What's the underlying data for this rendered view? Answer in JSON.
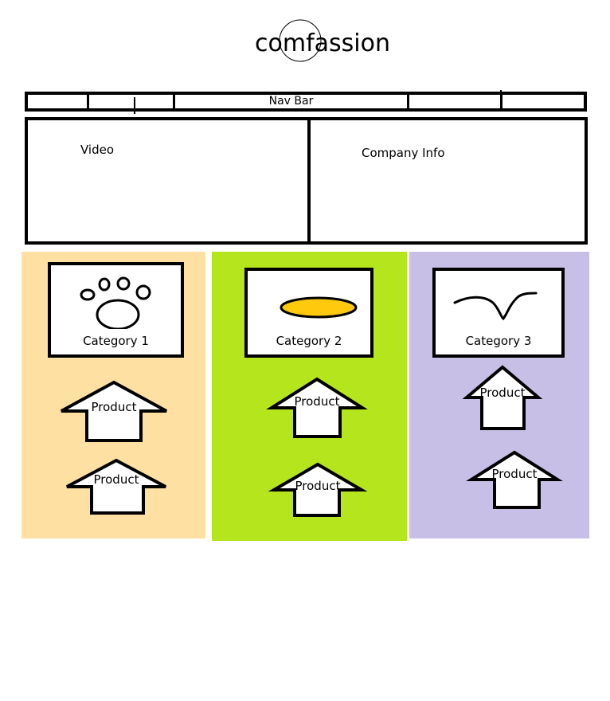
{
  "logo": {
    "text": "comfassion"
  },
  "nav": {
    "label": "Nav Bar"
  },
  "hero": {
    "video_label": "Video",
    "info_label": "Company Info"
  },
  "colors": {
    "col1": "#fde0a2",
    "col2": "#b5e61d",
    "col3": "#c8bfe7",
    "accent": "#ffc90e"
  },
  "categories": [
    {
      "label": "Category 1",
      "icon": "paw-icon",
      "products": [
        "Product",
        "Product"
      ]
    },
    {
      "label": "Category 2",
      "icon": "bed-icon",
      "products": [
        "Product",
        "Product"
      ]
    },
    {
      "label": "Category 3",
      "icon": "collar-icon",
      "products": [
        "Product",
        "Product"
      ]
    }
  ]
}
